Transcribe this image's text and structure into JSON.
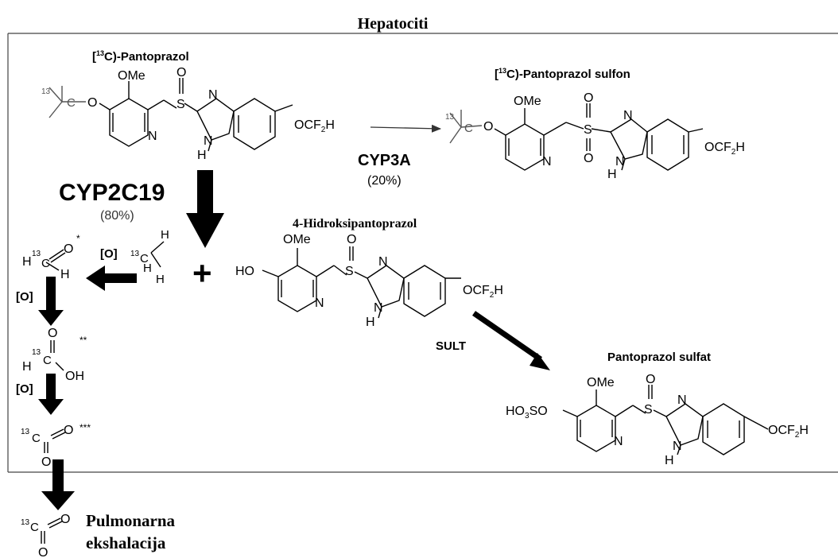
{
  "title": "Hepatociti",
  "compartment_label": "Hepatociti",
  "compounds": {
    "pantoprazole": {
      "name": "[13C]-Pantoprazol",
      "superscript": "13",
      "name_prefix": "[",
      "name_suffix": "C)-Pantoprazol"
    },
    "sulfone": {
      "name_prefix": "[",
      "superscript": "13",
      "name_suffix": "C)-Pantoprazol sulfon"
    },
    "hydroxy": {
      "name": "4-Hidroksipantoprazol"
    },
    "sulfate": {
      "name": "Pantoprazol sulfat"
    }
  },
  "atoms": {
    "ome": "OMe",
    "o": "O",
    "s": "S",
    "n": "N",
    "h": "H",
    "ho": "HO",
    "oh": "OH",
    "c": "C",
    "c13": "13",
    "ocf2h": "OCF",
    "sub2": "2",
    "hsuffix": "H",
    "ho3so_a": "HO",
    "ho3so_3": "3",
    "ho3so_b": "SO"
  },
  "enzymes": {
    "cyp2c19": {
      "label": "CYP2C19",
      "percent": "(80%)"
    },
    "cyp3a": {
      "label": "CYP3A",
      "percent": "(20%)"
    },
    "sult": {
      "label": "SULT"
    }
  },
  "oxidation_label": "[O]",
  "plus": "+",
  "markers": {
    "formaldehyde": "*",
    "formic": "**",
    "co2": "***"
  },
  "exhalation": {
    "line1": "Pulmonarna",
    "line2": "ekshalacija"
  }
}
